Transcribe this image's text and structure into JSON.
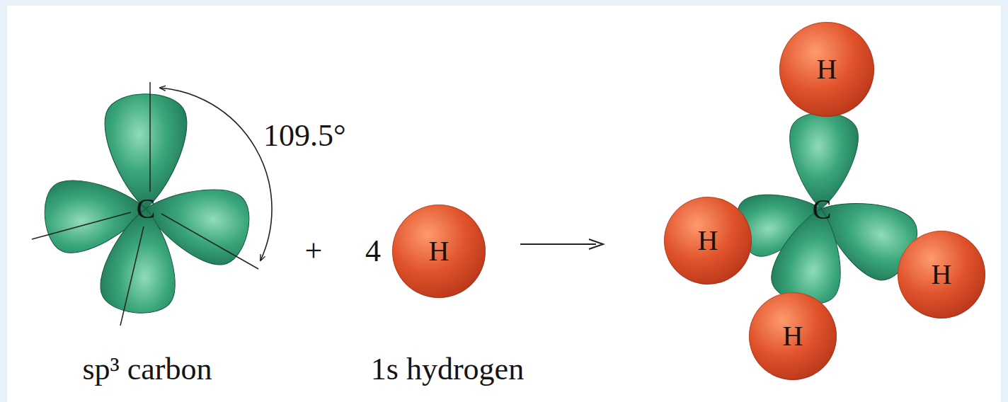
{
  "diagram": {
    "nodes": [
      {
        "text": [
          "H"
        ]
      },
      {
        "text": [
          "H"
        ]
      },
      {
        "text": [
          "H"
        ]
      },
      {
        "text": [
          "H"
        ]
      },
      {
        "text": [
          "H"
        ]
      }
    ],
    "labels": [
      "109.5°",
      "C",
      "sp³ carbon",
      "+",
      "4",
      "1s hydrogen",
      "C"
    ]
  }
}
